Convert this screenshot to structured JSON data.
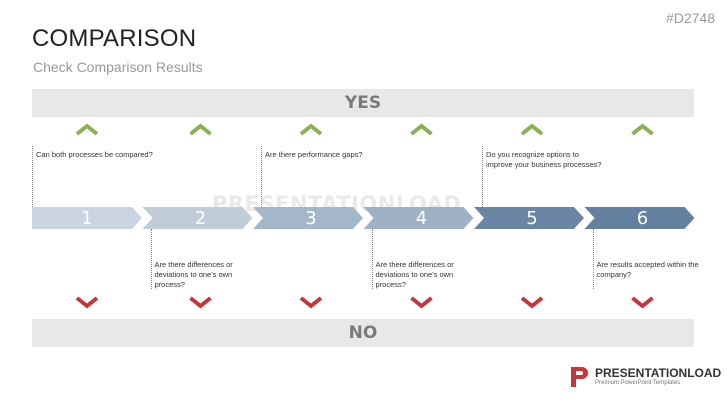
{
  "code": "#D2748",
  "title": "COMPARISON",
  "subtitle": "Check Comparison Results",
  "yes_label": "YES",
  "no_label": "NO",
  "steps": [
    {
      "number": "1",
      "color": "#cbd5e1",
      "question": "Can both processes be compared?",
      "position": "top"
    },
    {
      "number": "2",
      "color": "#c1ccd9",
      "question": "Are there differences or deviations to one's own process?",
      "position": "bottom"
    },
    {
      "number": "3",
      "color": "#a6b6c9",
      "question": "Are there performance gaps?",
      "position": "top"
    },
    {
      "number": "4",
      "color": "#9fb1c5",
      "question": "Are there differences or deviations to one's own process?",
      "position": "bottom"
    },
    {
      "number": "5",
      "color": "#6b86a5",
      "question": "Do you recognize options to improve your business processes?",
      "position": "top"
    },
    {
      "number": "6",
      "color": "#64809f",
      "question": "Are results accepted within the company?",
      "position": "bottom"
    }
  ],
  "colors": {
    "up": "#8bb154",
    "down": "#c2373d",
    "band": "#e8e8e8"
  },
  "icons": {
    "up": "chevron-up-icon",
    "down": "chevron-down-icon",
    "logo": "presentationload-logo-icon"
  },
  "watermark": "PRESENTATIONLOAD",
  "logo": {
    "name": "PRESENTATIONLOAD",
    "tagline": "Premium PowerPoint Templates"
  }
}
